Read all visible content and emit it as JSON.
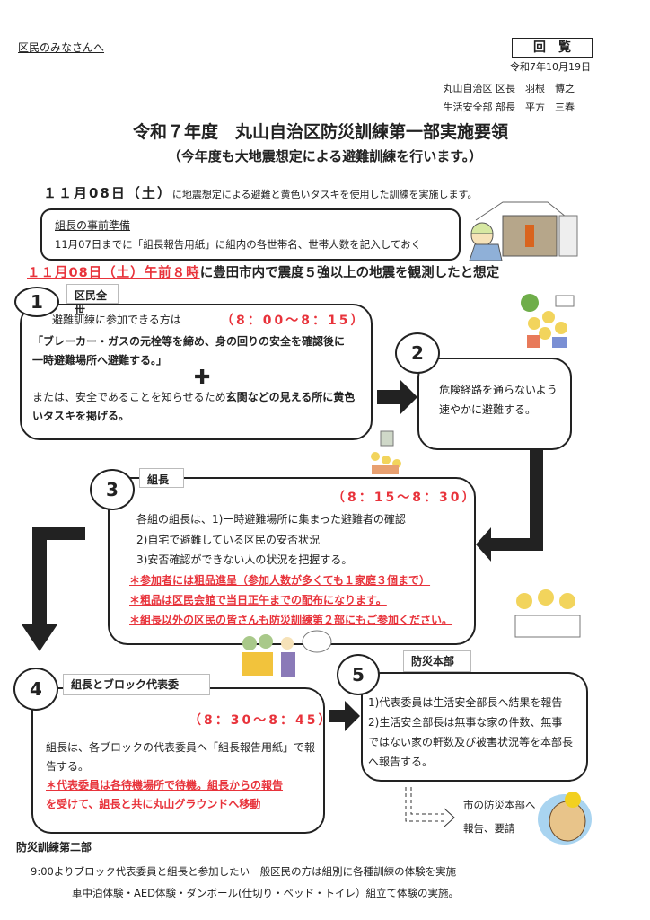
{
  "header": {
    "addressee": "区民のみなさんへ",
    "circulation_label": "回　覧",
    "date": "令和7年10月19日",
    "sender1": "丸山自治区 区長　羽根　博之",
    "sender2": "生活安全部 部長　平方　三春"
  },
  "title": "令和７年度　丸山自治区防災訓練第一部実施要領",
  "subtitle": "（今年度も大地震想定による避難訓練を行います。）",
  "intro": {
    "date": "１１月08日（土）",
    "text": "に地震想定による避難と黄色いタスキを使用した訓練を実施します。"
  },
  "prep": {
    "heading": "組長の事前準備",
    "text": "11月07日までに「組長報告用紙」に組内の各世帯名、世帯人数を記入しておく"
  },
  "scenario": {
    "datetime": "１１月08日（土）午前８時",
    "text": "に豊田市内で震度５強以上の地震を観測したと想定"
  },
  "step1": {
    "number": "1",
    "label": "区民全世",
    "time": "（8：00〜8：15）",
    "line1": "避難訓練に参加できる方は",
    "line2": "「ブレーカー・ガスの元栓等を締め、身の回りの安全を確認後に",
    "line3": "一時避難場所へ避難する。」",
    "line4a": "または、安全であることを知らせるため",
    "line4b": "玄関などの見える所に黄色",
    "line5": "いタスキを掲げる。"
  },
  "step2": {
    "number": "2",
    "line1": "危険経路を通らないよう",
    "line2": "速やかに避難する。"
  },
  "step3": {
    "number": "3",
    "label": "組長",
    "time": "（8：15〜8：30）",
    "line1": "各組の組長は、1)一時避難場所に集まった避難者の確認",
    "line2": "2)自宅で避難している区民の安否状況",
    "line3": "3)安否確認ができない人の状況を把握する。",
    "note1": "＊参加者には粗品進呈（参加人数が多くても１家庭３個まで）",
    "note2": "＊粗品は区民会館で当日正午までの配布になります。",
    "note3": "＊組長以外の区民の皆さんも防災訓練第２部にもご参加ください。"
  },
  "step4": {
    "number": "4",
    "label": "組長とブロック代表委",
    "time": "（8：30〜8：45）",
    "line1": "組長は、各ブロックの代表委員へ「組長報告用紙」で報",
    "line2": "告する。",
    "note1": "＊代表委員は各待機場所で待機。組長からの報告",
    "note2": "を受けて、組長と共に丸山グラウンドへ移動"
  },
  "step5": {
    "number": "5",
    "label": "防災本部",
    "line1": "1)代表委員は生活安全部長へ結果を報告",
    "line2": "2)生活安全部長は無事な家の件数、無事",
    "line3": "ではない家の軒数及び被害状況等を本部長",
    "line4": "へ報告する。",
    "city1": "市の防災本部へ",
    "city2": "報告、要請"
  },
  "part2": {
    "heading": "防災訓練第二部",
    "line1": "9:00よりブロック代表委員と組長と参加したい一般区民の方は組別に各種訓練の体験を実施",
    "line2": "車中泊体験・AED体験・ダンボール(仕切り・ベッド・トイレ）組立て体験の実施。"
  },
  "colors": {
    "accent_red": "#e8333b",
    "ink": "#222222"
  }
}
